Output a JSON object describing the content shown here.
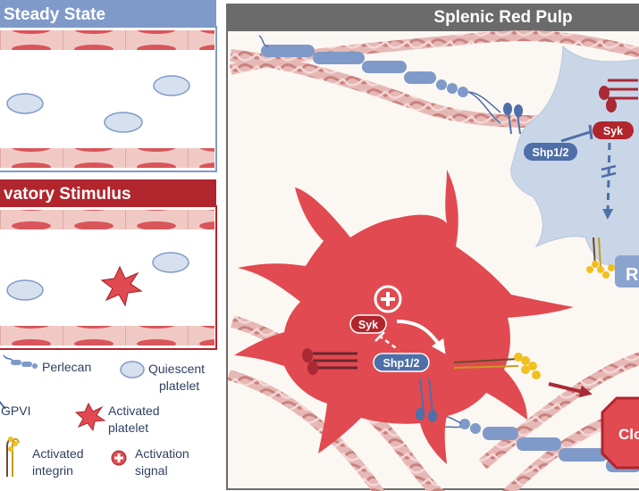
{
  "panels": {
    "steady": {
      "title": "Steady State",
      "color": "#7f9ac9"
    },
    "stimulus": {
      "title": "vatory Stimulus",
      "color": "#b1252d"
    },
    "red_pulp": {
      "title": "Splenic Red Pulp",
      "color": "#6b6b6b"
    }
  },
  "legend": {
    "perlecan": "Perlecan",
    "quiescent_line1": "Quiescent",
    "quiescent_line2": "platelet",
    "gpvi": "GPVI",
    "activated_platelet_line1": "Activated",
    "activated_platelet_line2": "platelet",
    "integrin_line1": "Activated",
    "integrin_line2": "integrin",
    "signal_line1": "Activation",
    "signal_line2": "signal"
  },
  "signaling": {
    "syk_quiescent": "Syk",
    "shp_quiescent": "Shp1/2",
    "syk_activated": "Syk",
    "shp_activated": "Shp1/2",
    "clot_fragment": "Clo",
    "r_fragment": "R"
  },
  "colors": {
    "activated": "#e14a50",
    "quiescent": "#c9d6e8",
    "perlecan": "#7f9ac9",
    "collagen": "#d38f8c",
    "integrin": "#f0c020"
  }
}
